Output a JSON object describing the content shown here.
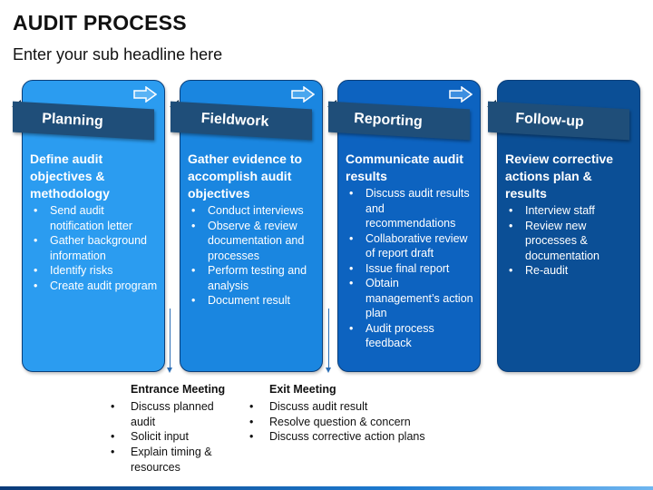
{
  "title": "AUDIT PROCESS",
  "subtitle": "Enter your sub headline here",
  "colors": {
    "card_1": "#2b9cf0",
    "card_2": "#1a86e0",
    "card_3": "#0d63c0",
    "card_4": "#0b4f96",
    "tab": "#1f4e79",
    "connector": "#2a6db5"
  },
  "stages": [
    {
      "label": "Planning",
      "heading": "Define audit objectives & methodology",
      "bullets": [
        "Send audit notification letter",
        "Gather background information",
        "Identify risks",
        "Create audit program"
      ]
    },
    {
      "label": "Fieldwork",
      "heading": "Gather evidence to accomplish audit objectives",
      "bullets": [
        "Conduct interviews",
        "Observe & review documentation and processes",
        "Perform testing and analysis",
        "Document result"
      ]
    },
    {
      "label": "Reporting",
      "heading": "Communicate audit results",
      "bullets": [
        "Discuss audit results and recommendations",
        "Collaborative review of report draft",
        "Issue final report",
        "Obtain management’s action plan",
        "Audit process feedback"
      ]
    },
    {
      "label": "Follow-up",
      "heading": "Review corrective actions plan & results",
      "bullets": [
        "Interview staff",
        "Review new processes & documentation",
        "Re-audit"
      ]
    }
  ],
  "entrance_meeting": {
    "heading": "Entrance Meeting",
    "bullets": [
      "Discuss planned audit",
      "Solicit input",
      "Explain timing & resources"
    ]
  },
  "exit_meeting": {
    "heading": "Exit Meeting",
    "bullets": [
      "Discuss audit result",
      "Resolve question & concern",
      "Discuss corrective action plans"
    ]
  }
}
